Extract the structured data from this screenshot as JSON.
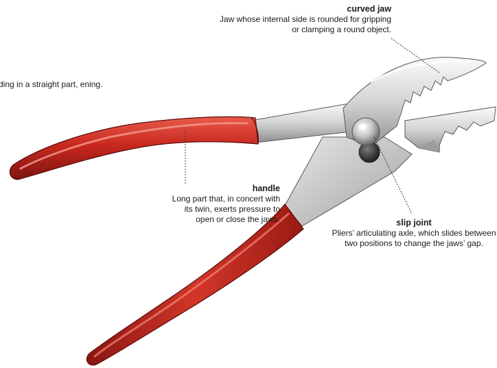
{
  "labels": {
    "curved_jaw": {
      "term": "curved jaw",
      "desc": "Jaw whose internal side is rounded for gripping or clamping a round object."
    },
    "partial_left": {
      "desc": "ding in a straight part, ening."
    },
    "handle": {
      "term": "handle",
      "desc": "Long part that, in concert with its twin, exerts pressure to open or close the jaws."
    },
    "slip_joint": {
      "term": "slip joint",
      "desc": "Pliers’ articulating axle, which slides between two positions to change the jaws’ gap."
    }
  },
  "colors": {
    "handle_red": "#c8281e",
    "handle_highlight": "#f07a6a",
    "metal_light": "#f2f2f2",
    "metal_dark": "#8a8a8a",
    "leader_line": "#333333"
  }
}
